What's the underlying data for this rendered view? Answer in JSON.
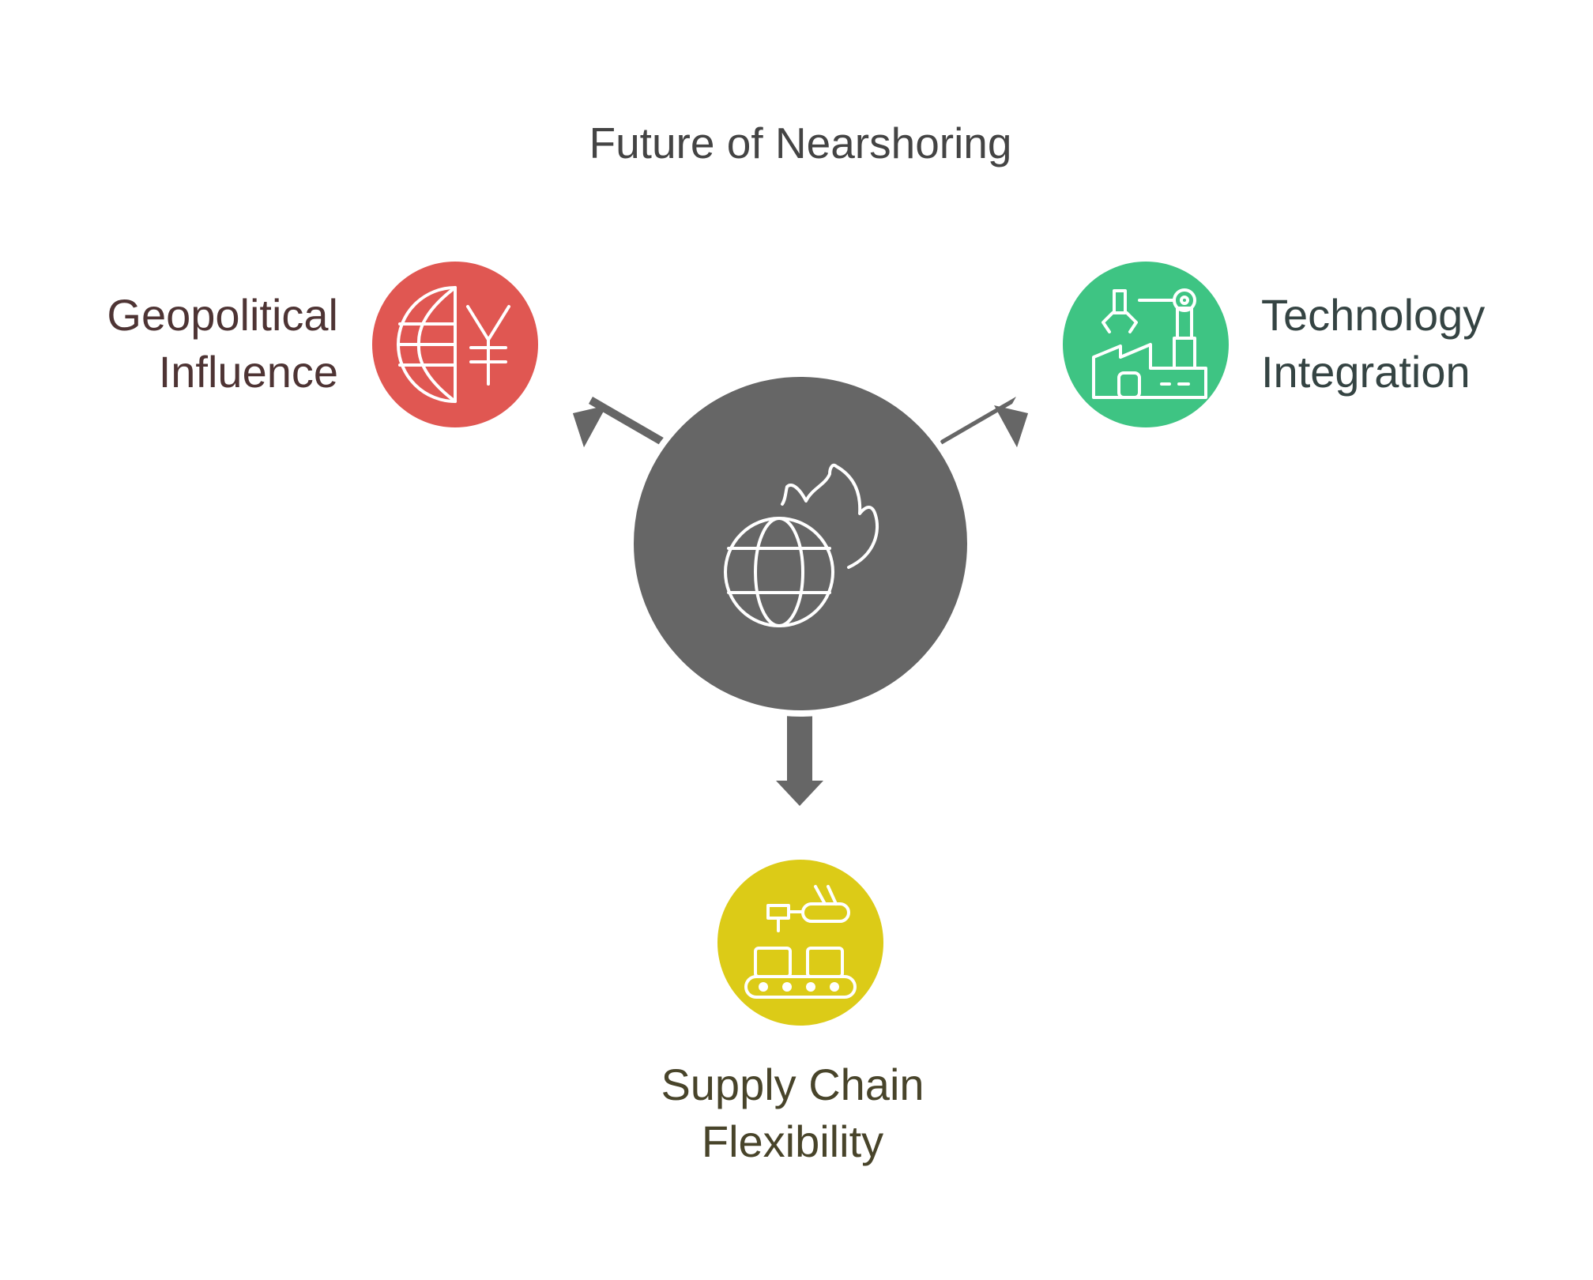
{
  "title": "Future of Nearshoring",
  "colors": {
    "hub": "#666666",
    "arrow": "#666666",
    "geo": "#E05752",
    "tech": "#3EC483",
    "supply": "#DCCB17",
    "title_text": "#444444",
    "geo_text": "#4E3434",
    "tech_text": "#354443",
    "supply_text": "#48442A",
    "icon_stroke": "#ffffff"
  },
  "hub": {
    "icon": "burning-globe-icon"
  },
  "nodes": [
    {
      "id": "geo",
      "line1": "Geopolitical",
      "line2": "Influence",
      "icon": "globe-yen-icon"
    },
    {
      "id": "tech",
      "line1": "Technology",
      "line2": "Integration",
      "icon": "robotic-factory-icon"
    },
    {
      "id": "supply",
      "line1": "Supply Chain",
      "line2": "Flexibility",
      "icon": "conveyor-robot-arm-icon"
    }
  ]
}
